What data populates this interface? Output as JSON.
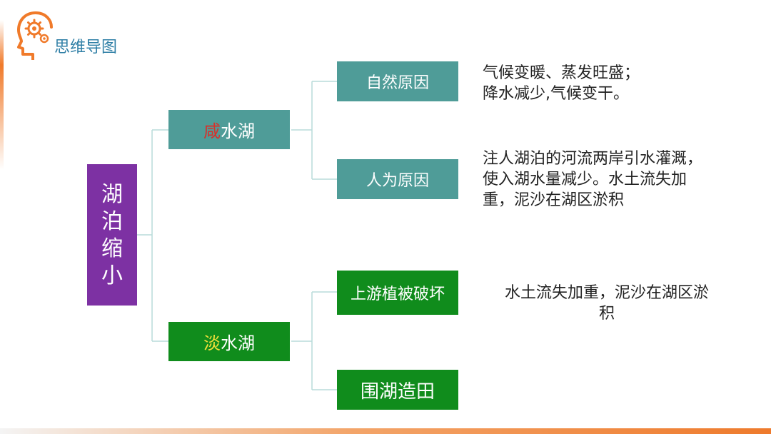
{
  "header": {
    "title": "思维导图",
    "icon": "head-with-gears-icon",
    "accent_color": "#f07a2a",
    "title_color": "#2f7fa6"
  },
  "colors": {
    "teal": "#4f9c98",
    "green": "#108c1c",
    "purple": "#7d31a3",
    "connector": "#b9dcda",
    "highlight_red": "#d8302a",
    "highlight_yellow": "#f0df3a"
  },
  "diagram": {
    "root": {
      "chars": [
        "湖",
        "泊",
        "缩",
        "小"
      ]
    },
    "salt_lake": {
      "prefix": "咸",
      "suffix": "水湖",
      "causes": [
        {
          "label": "自然原因",
          "desc": [
            "气候变暖、蒸发旺盛；",
            "降水减少,气候变干。"
          ]
        },
        {
          "label": "人为原因",
          "desc": [
            "注人湖泊的河流两岸引水灌溉，",
            "使入湖水量减少。水土流失加",
            "重，泥沙在湖区淤积"
          ]
        }
      ]
    },
    "fresh_lake": {
      "prefix": "淡",
      "suffix": "水湖",
      "causes": [
        {
          "label": "上游植被破坏",
          "desc": [
            "水土流失加重，泥沙在湖区淤",
            "积"
          ]
        },
        {
          "label": "围湖造田"
        }
      ]
    }
  }
}
